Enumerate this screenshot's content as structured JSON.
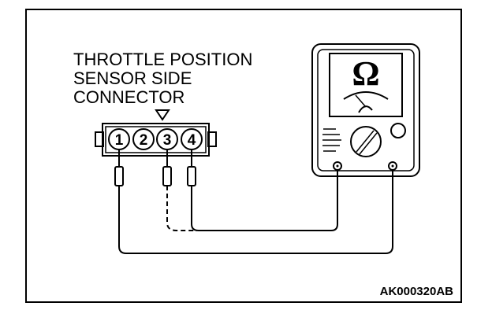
{
  "connector_label": {
    "lines": [
      "THROTTLE POSITION",
      "SENSOR SIDE",
      "CONNECTOR"
    ]
  },
  "connector": {
    "pins": [
      "1",
      "2",
      "3",
      "4"
    ]
  },
  "meter": {
    "unit_symbol": "Ω"
  },
  "figure_code": "AK000320AB",
  "colors": {
    "line": "#000000",
    "background": "#ffffff"
  }
}
